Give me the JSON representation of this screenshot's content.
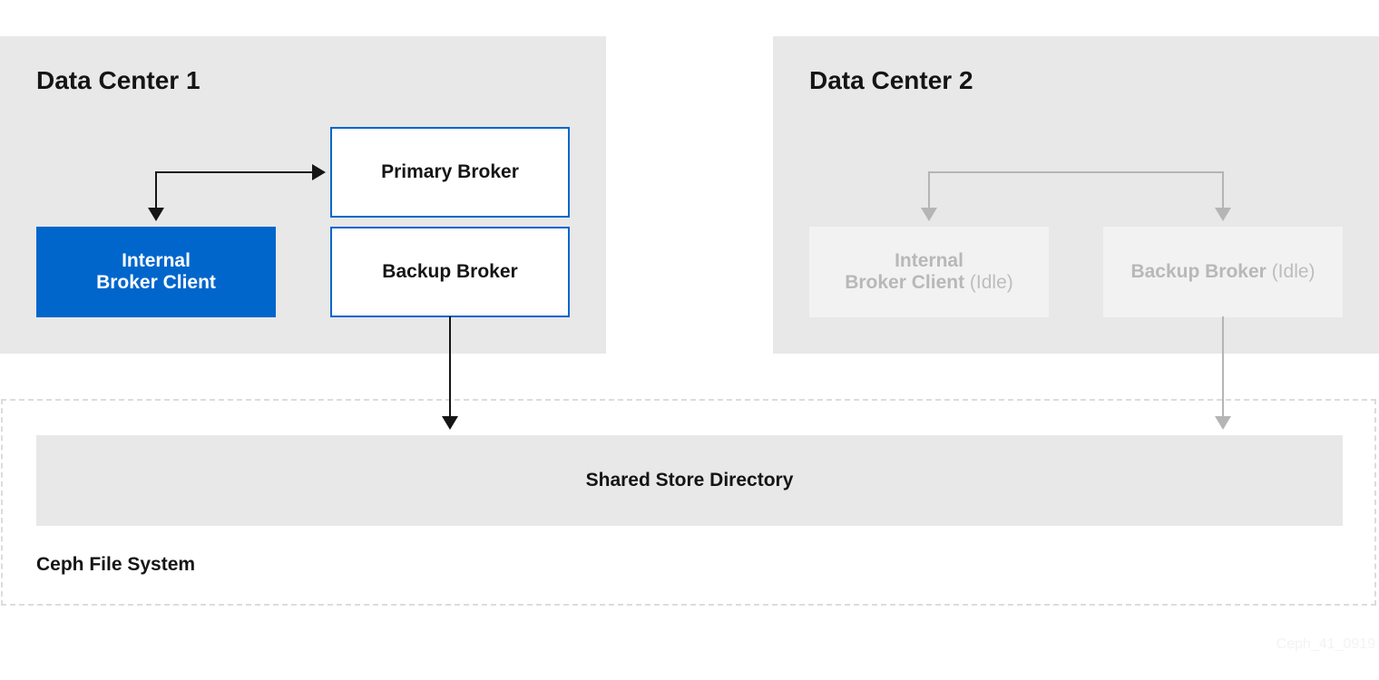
{
  "data_center_1": {
    "title": "Data Center 1",
    "primary_broker": "Primary Broker",
    "backup_broker": "Backup Broker",
    "internal_client_line1": "Internal",
    "internal_client_line2": "Broker Client"
  },
  "data_center_2": {
    "title": "Data Center 2",
    "internal_client_line1": "Internal",
    "internal_client_line2": "Broker Client",
    "internal_client_idle": "(Idle)",
    "backup_broker": "Backup Broker",
    "backup_broker_idle": "(Idle)"
  },
  "shared_store": {
    "label": "Shared Store Directory"
  },
  "filesystem": {
    "label": "Ceph File System"
  },
  "image_id": "Ceph_41_0919",
  "colors": {
    "accent_blue": "#0066cc",
    "panel_gray": "#e8e8e8",
    "idle_box": "#f2f2f2",
    "idle_text": "#b8b8b8",
    "arrow_active": "#151515",
    "arrow_idle": "#b5b5b5"
  }
}
